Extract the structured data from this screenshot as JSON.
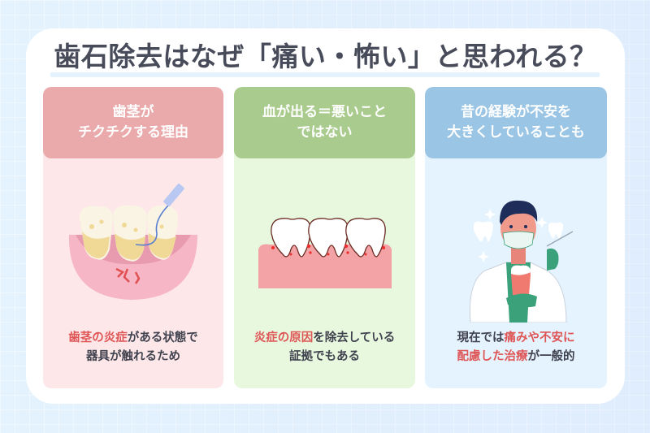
{
  "title": "歯石除去はなぜ「痛い・怖い」と思われる？",
  "colors": {
    "background": "#e3f1fd",
    "title_text": "#484b5a",
    "highlight": "#de5656",
    "body_text": "#40434f",
    "col1_header": "#eaa9aa",
    "col1_body": "#fde7e8",
    "col2_header": "#a9cb8d",
    "col2_body": "#e8f8de",
    "col3_header": "#9bc5e4",
    "col3_body": "#e5f3fe"
  },
  "columns": [
    {
      "header": [
        "歯茎が",
        "チクチクする理由"
      ],
      "illustration": "scaler-on-tartar-teeth-with-gum-pain",
      "caption": [
        [
          {
            "text": "歯茎の炎症",
            "highlight": true
          },
          {
            "text": "がある状態で",
            "highlight": false
          }
        ],
        [
          {
            "text": "器具が触れるため",
            "highlight": false
          }
        ]
      ]
    },
    {
      "header": [
        "血が出る＝悪いこと",
        "ではない"
      ],
      "illustration": "teeth-with-bleeding-gums",
      "caption": [
        [
          {
            "text": "炎症の原因",
            "highlight": true
          },
          {
            "text": "を除去している",
            "highlight": false
          }
        ],
        [
          {
            "text": "証拠でもある",
            "highlight": false
          }
        ]
      ]
    },
    {
      "header": [
        "昔の経験が不安を",
        "大きくしていることも"
      ],
      "illustration": "dentist-holding-tooth-and-tool",
      "caption": [
        [
          {
            "text": "現在では",
            "highlight": false
          },
          {
            "text": "痛みや不安に",
            "highlight": true
          }
        ],
        [
          {
            "text": "配慮した治療",
            "highlight": true
          },
          {
            "text": "が一般的",
            "highlight": false
          }
        ]
      ]
    }
  ]
}
